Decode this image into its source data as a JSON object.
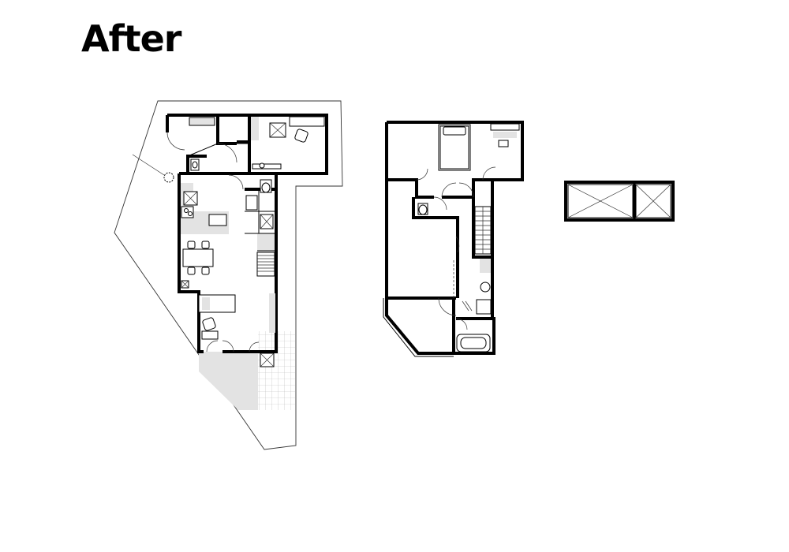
{
  "page": {
    "title": "After"
  },
  "floors": [
    {
      "id": "first-floor"
    },
    {
      "id": "second-floor"
    },
    {
      "id": "roof-floor"
    }
  ],
  "colors": {
    "wall": "#000000",
    "floor_hatch": "#e3e3e3",
    "background": "#ffffff"
  }
}
